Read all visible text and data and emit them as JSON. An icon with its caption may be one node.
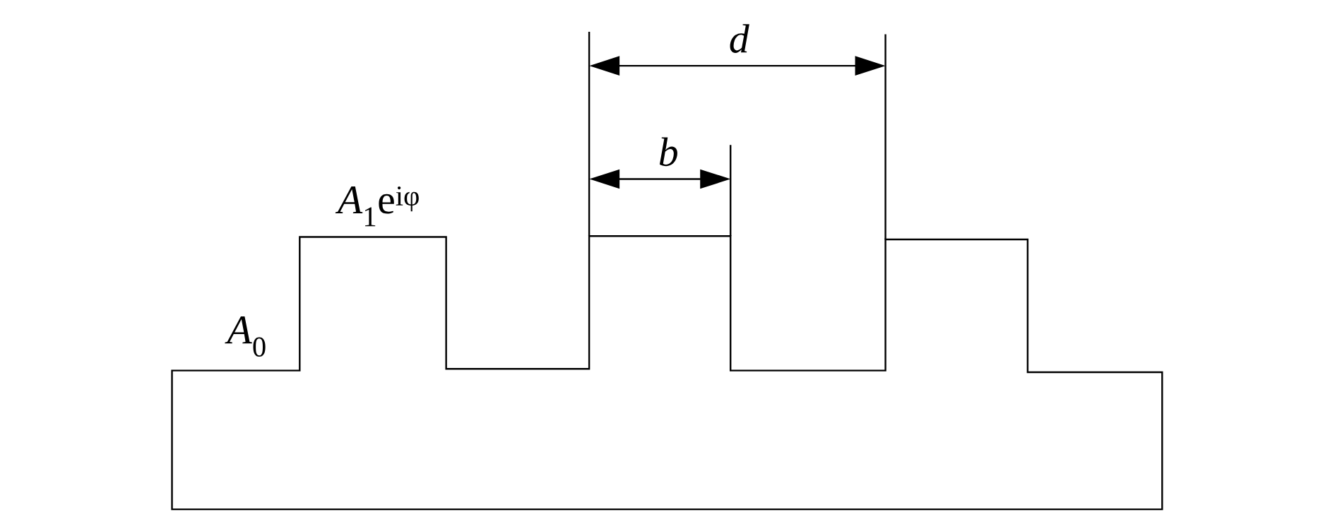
{
  "diagram": {
    "labels": [
      "d",
      "b",
      "*A*$_{1}$e$^{iφ}$",
      "*A*$_{0}$"
    ]
  }
}
